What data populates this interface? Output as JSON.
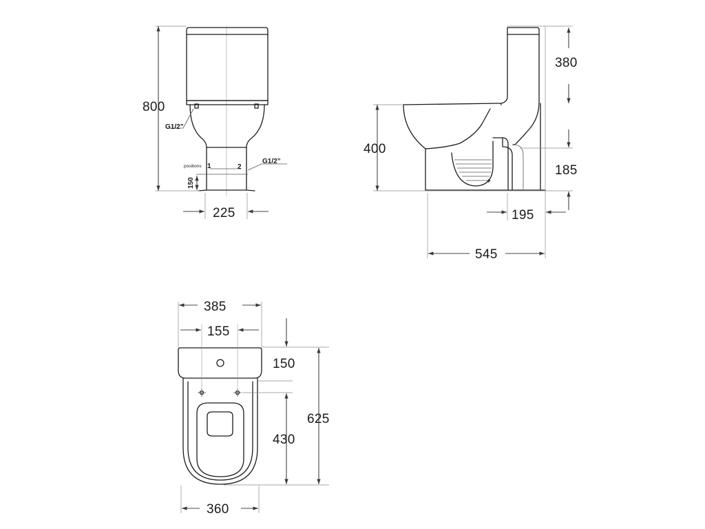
{
  "front_view": {
    "height_total": "800",
    "inlet_label": "G1/2”",
    "outlet_label": "G1/2”",
    "positions_label": "positions",
    "position_1": "1",
    "position_2": "2",
    "inlet_height": "150",
    "base_width": "225"
  },
  "side_view": {
    "tank_height": "380",
    "bowl_height": "400",
    "outlet_height": "185",
    "outlet_offset": "195",
    "depth": "545"
  },
  "top_view": {
    "tank_width": "385",
    "hole_spacing": "155",
    "tank_depth": "150",
    "overall_length": "625",
    "bowl_length": "430",
    "bowl_width": "360"
  }
}
